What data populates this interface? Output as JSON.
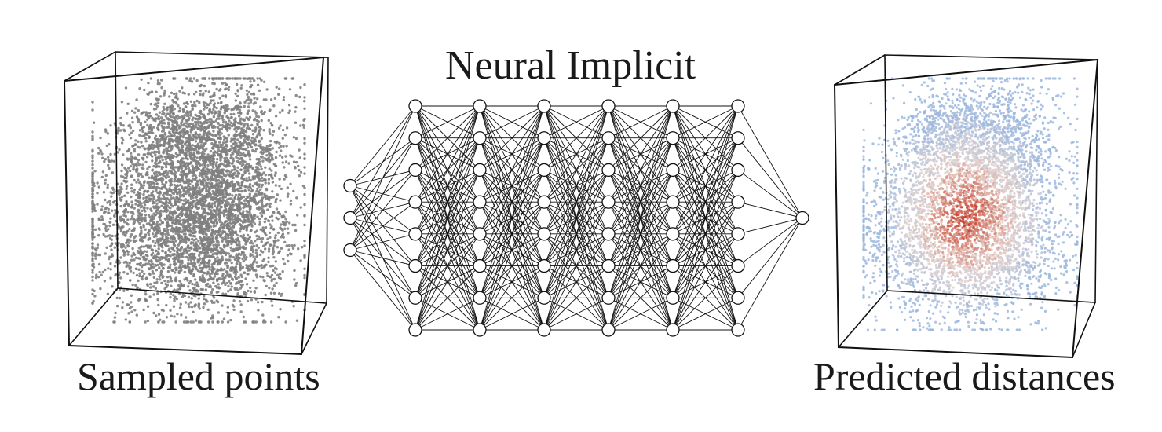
{
  "diagram": {
    "title": "Neural Implicit",
    "left_panel_label": "Sampled points",
    "right_panel_label": "Predicted distances"
  },
  "network": {
    "layer_sizes": [
      3,
      8,
      8,
      8,
      8,
      8,
      8,
      1
    ],
    "node_fill": "#ffffff",
    "edge_color": "#111111"
  },
  "colors": {
    "sampled_points": "#808080",
    "distance_negative": "#c8432e",
    "distance_mid": "#e6d5cf",
    "distance_positive": "#9ab6de",
    "box_edges": "#111111"
  }
}
